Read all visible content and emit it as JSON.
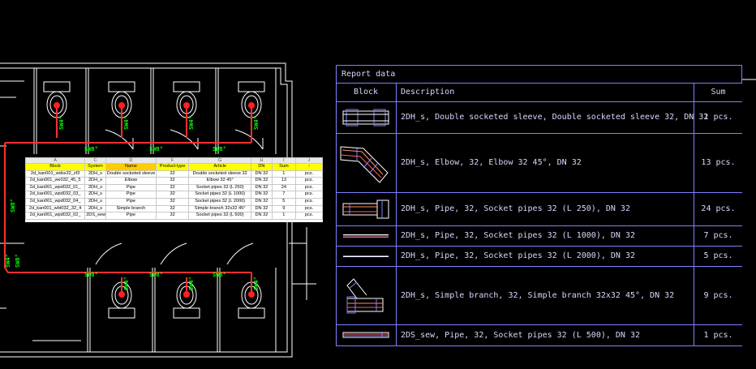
{
  "colors": {
    "background": "#000000",
    "wall": "#ffffff",
    "pipe": "#ff3030",
    "label_green": "#00ff00",
    "table_line": "#7f7fff",
    "table_text": "#d8d8ff",
    "sheet_header": "#ffff00"
  },
  "drawing": {
    "pipe_labels": [
      "SW8°",
      "SW8°",
      "SW8°",
      "SW8°",
      "SW8°",
      "SW8°",
      "SW8°",
      "SW8°",
      "SW4°",
      "SW4°",
      "SW4°",
      "SW4°",
      "SW4°",
      "SW4°",
      "SW4°",
      "SW4°"
    ],
    "icons": [
      "toilet-icon"
    ]
  },
  "spreadsheet": {
    "column_letters": [
      "A",
      "C",
      "D",
      "F",
      "G",
      "H",
      "I",
      "J"
    ],
    "headers": [
      "Block",
      "System",
      "Name",
      "Product-type",
      "Article",
      "DN",
      "Sum",
      "-"
    ],
    "rows": [
      [
        "2d_kan001_wdss32_zf3",
        "2DH_s",
        "Double socketed sleeve",
        "32",
        "Double socketed sleeve 32",
        "DN 32",
        "1",
        "pcs."
      ],
      [
        "2d_kan001_we032_45_5",
        "2DH_s",
        "Elbow",
        "32",
        "Elbow 32 45°",
        "DN 32",
        "13",
        "pcs."
      ],
      [
        "2d_kan001_wpd032_01_",
        "2DH_s",
        "Pipe",
        "32",
        "Socket pipes 32 (L 250)",
        "DN 32",
        "24",
        "pcs."
      ],
      [
        "2d_kan001_wpd032_03_",
        "2DH_s",
        "Pipe",
        "32",
        "Socket pipes 32 (L 1000)",
        "DN 32",
        "7",
        "pcs."
      ],
      [
        "2d_kan001_wpd032_04_",
        "2DH_s",
        "Pipe",
        "32",
        "Socket pipes 32 (L 2000)",
        "DN 32",
        "5",
        "pcs."
      ],
      [
        "2d_kan001_wbt032_32_4",
        "2DH_s",
        "Simple branch",
        "32",
        "Simple branch 32x32 45°",
        "DN 32",
        "9",
        "pcs."
      ],
      [
        "2d_kan001_wpd032_02_",
        "2DS_sew",
        "Pipe",
        "32",
        "Socket pipes 32 (L 500)",
        "DN 32",
        "1",
        "pcs."
      ]
    ]
  },
  "report": {
    "title": "Report data",
    "col_block": "Block",
    "col_description": "Description",
    "col_sum": "Sum",
    "rows": [
      {
        "block_icon": "sleeve-icon",
        "description": "2DH_s, Double socketed sleeve, Double socketed sleeve 32, DN 32",
        "sum": "1 pcs."
      },
      {
        "block_icon": "elbow-icon",
        "description": "2DH_s, Elbow, 32, Elbow 32 45°, DN 32",
        "sum": "13 pcs."
      },
      {
        "block_icon": "short-pipe-icon",
        "description": "2DH_s, Pipe, 32, Socket pipes 32 (L 250), DN 32",
        "sum": "24 pcs."
      },
      {
        "block_icon": "pipe-1000-icon",
        "description": "2DH_s, Pipe, 32, Socket pipes 32 (L 1000), DN 32",
        "sum": "7 pcs."
      },
      {
        "block_icon": "pipe-2000-icon",
        "description": "2DH_s, Pipe, 32, Socket pipes 32 (L 2000), DN 32",
        "sum": "5 pcs."
      },
      {
        "block_icon": "branch-icon",
        "description": "2DH_s, Simple branch, 32, Simple branch 32x32 45°, DN 32",
        "sum": "9 pcs."
      },
      {
        "block_icon": "pipe-500-icon",
        "description": "2DS_sew, Pipe, 32, Socket pipes 32 (L 500), DN 32",
        "sum": "1 pcs."
      }
    ]
  }
}
